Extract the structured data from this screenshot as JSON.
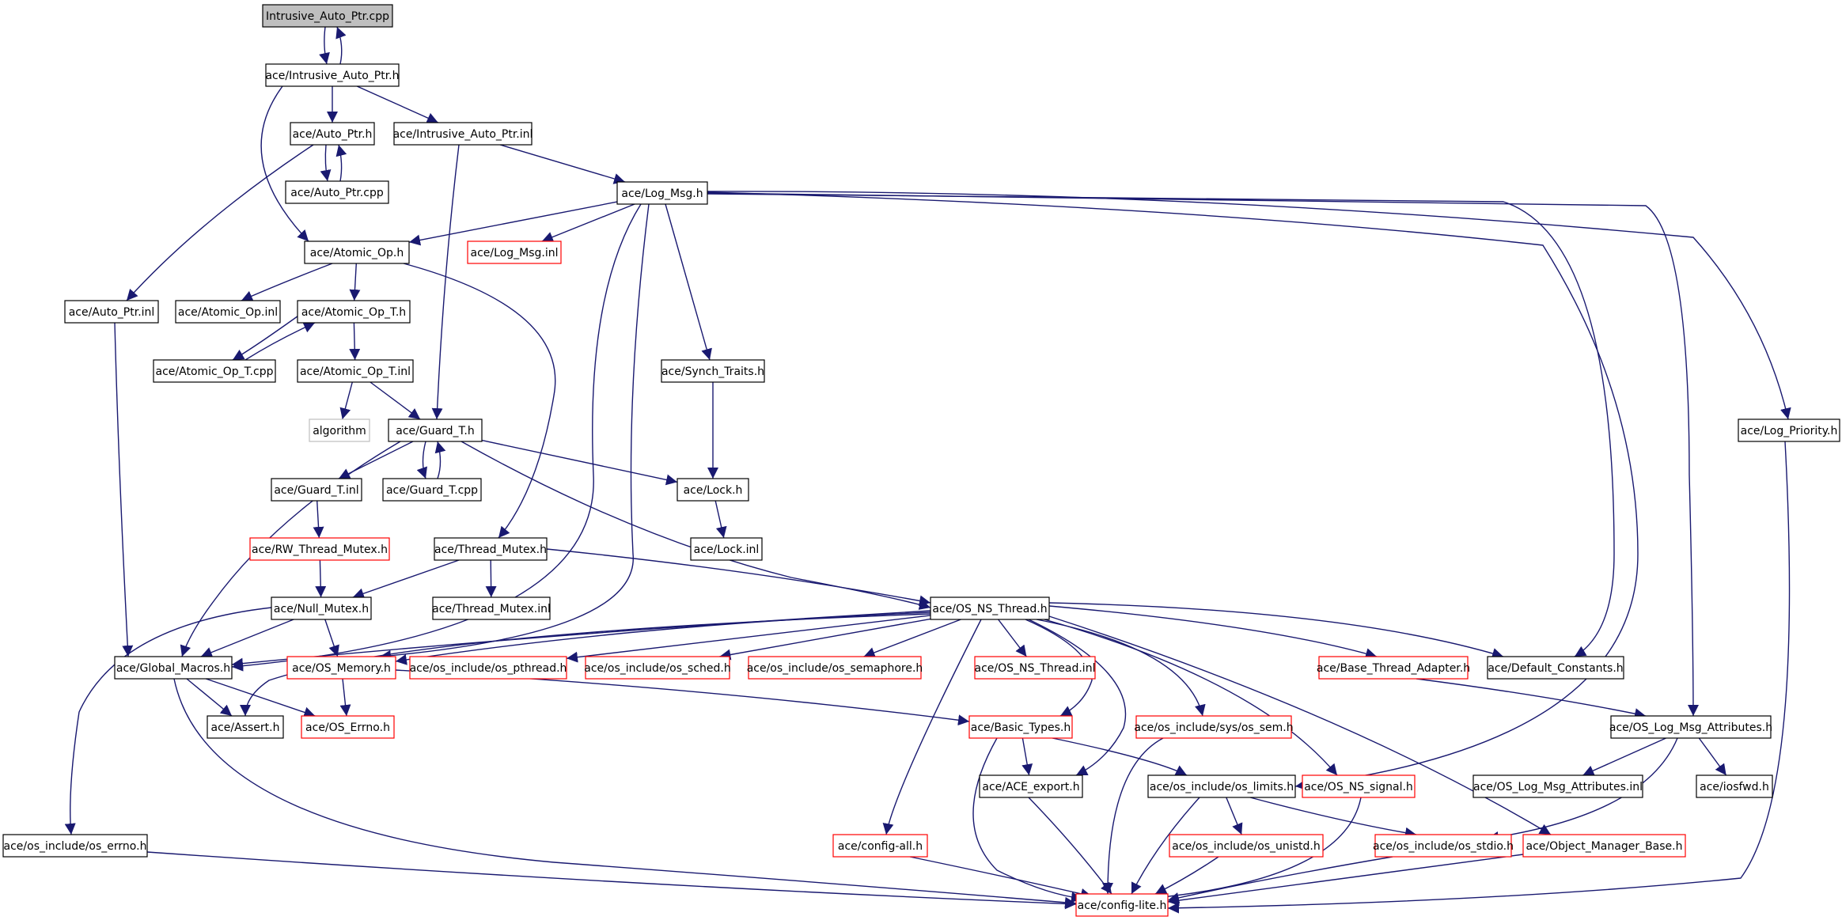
{
  "colors": {
    "edge": "#191970",
    "box_black": "#000000",
    "box_red": "#ff0000",
    "box_gray": "#bfbfbf",
    "root_fill": "#bfbfbf"
  },
  "nodes": {
    "intrusive_auto_ptr_cpp": {
      "label": "Intrusive_Auto_Ptr.cpp",
      "style": "root"
    },
    "intrusive_auto_ptr_h": {
      "label": "ace/Intrusive_Auto_Ptr.h",
      "style": "black"
    },
    "auto_ptr_h": {
      "label": "ace/Auto_Ptr.h",
      "style": "black"
    },
    "intrusive_auto_ptr_inl": {
      "label": "ace/Intrusive_Auto_Ptr.inl",
      "style": "black"
    },
    "auto_ptr_cpp": {
      "label": "ace/Auto_Ptr.cpp",
      "style": "black"
    },
    "log_msg_h": {
      "label": "ace/Log_Msg.h",
      "style": "black"
    },
    "atomic_op_h": {
      "label": "ace/Atomic_Op.h",
      "style": "black"
    },
    "log_msg_inl": {
      "label": "ace/Log_Msg.inl",
      "style": "red"
    },
    "auto_ptr_inl": {
      "label": "ace/Auto_Ptr.inl",
      "style": "black"
    },
    "atomic_op_inl": {
      "label": "ace/Atomic_Op.inl",
      "style": "black"
    },
    "atomic_op_t_h": {
      "label": "ace/Atomic_Op_T.h",
      "style": "black"
    },
    "atomic_op_t_cpp": {
      "label": "ace/Atomic_Op_T.cpp",
      "style": "black"
    },
    "atomic_op_t_inl": {
      "label": "ace/Atomic_Op_T.inl",
      "style": "black"
    },
    "synch_traits_h": {
      "label": "ace/Synch_Traits.h",
      "style": "black"
    },
    "log_priority_h": {
      "label": "ace/Log_Priority.h",
      "style": "black"
    },
    "algorithm": {
      "label": "algorithm",
      "style": "gray"
    },
    "guard_t_h": {
      "label": "ace/Guard_T.h",
      "style": "black"
    },
    "guard_t_inl": {
      "label": "ace/Guard_T.inl",
      "style": "black"
    },
    "guard_t_cpp": {
      "label": "ace/Guard_T.cpp",
      "style": "black"
    },
    "lock_h": {
      "label": "ace/Lock.h",
      "style": "black"
    },
    "rw_thread_mutex_h": {
      "label": "ace/RW_Thread_Mutex.h",
      "style": "red"
    },
    "thread_mutex_h": {
      "label": "ace/Thread_Mutex.h",
      "style": "black"
    },
    "lock_inl": {
      "label": "ace/Lock.inl",
      "style": "black"
    },
    "null_mutex_h": {
      "label": "ace/Null_Mutex.h",
      "style": "black"
    },
    "thread_mutex_inl": {
      "label": "ace/Thread_Mutex.inl",
      "style": "black"
    },
    "os_ns_thread_h": {
      "label": "ace/OS_NS_Thread.h",
      "style": "black"
    },
    "global_macros_h": {
      "label": "ace/Global_Macros.h",
      "style": "black"
    },
    "os_memory_h": {
      "label": "ace/OS_Memory.h",
      "style": "red"
    },
    "os_pthread_h": {
      "label": "ace/os_include/os_pthread.h",
      "style": "red"
    },
    "os_sched_h": {
      "label": "ace/os_include/os_sched.h",
      "style": "red"
    },
    "os_semaphore_h": {
      "label": "ace/os_include/os_semaphore.h",
      "style": "red"
    },
    "os_ns_thread_inl": {
      "label": "ace/OS_NS_Thread.inl",
      "style": "red"
    },
    "base_thread_adapter_h": {
      "label": "ace/Base_Thread_Adapter.h",
      "style": "red"
    },
    "default_constants_h": {
      "label": "ace/Default_Constants.h",
      "style": "black"
    },
    "assert_h": {
      "label": "ace/Assert.h",
      "style": "black"
    },
    "os_errno_h": {
      "label": "ace/OS_Errno.h",
      "style": "red"
    },
    "basic_types_h": {
      "label": "ace/Basic_Types.h",
      "style": "red"
    },
    "sys_os_sem_h": {
      "label": "ace/os_include/sys/os_sem.h",
      "style": "red"
    },
    "os_log_msg_attributes_h": {
      "label": "ace/OS_Log_Msg_Attributes.h",
      "style": "black"
    },
    "ace_export_h": {
      "label": "ace/ACE_export.h",
      "style": "black"
    },
    "os_limits_h": {
      "label": "ace/os_include/os_limits.h",
      "style": "black"
    },
    "os_ns_signal_h": {
      "label": "ace/OS_NS_signal.h",
      "style": "red"
    },
    "os_log_msg_attributes_inl": {
      "label": "ace/OS_Log_Msg_Attributes.inl",
      "style": "black"
    },
    "iosfwd_h": {
      "label": "ace/iosfwd.h",
      "style": "black"
    },
    "os_include_os_errno_h": {
      "label": "ace/os_include/os_errno.h",
      "style": "black"
    },
    "config_all_h": {
      "label": "ace/config-all.h",
      "style": "red"
    },
    "os_unistd_h": {
      "label": "ace/os_include/os_unistd.h",
      "style": "red"
    },
    "os_stdio_h": {
      "label": "ace/os_include/os_stdio.h",
      "style": "red"
    },
    "object_manager_base_h": {
      "label": "ace/Object_Manager_Base.h",
      "style": "red"
    },
    "config_lite_h": {
      "label": "ace/config-lite.h",
      "style": "red"
    }
  },
  "edges": [
    [
      "intrusive_auto_ptr_cpp",
      "intrusive_auto_ptr_h"
    ],
    [
      "intrusive_auto_ptr_h",
      "intrusive_auto_ptr_cpp"
    ],
    [
      "intrusive_auto_ptr_h",
      "auto_ptr_h"
    ],
    [
      "intrusive_auto_ptr_h",
      "intrusive_auto_ptr_inl"
    ],
    [
      "intrusive_auto_ptr_h",
      "atomic_op_h"
    ],
    [
      "auto_ptr_h",
      "auto_ptr_cpp"
    ],
    [
      "auto_ptr_cpp",
      "auto_ptr_h"
    ],
    [
      "auto_ptr_h",
      "auto_ptr_inl"
    ],
    [
      "intrusive_auto_ptr_inl",
      "log_msg_h"
    ],
    [
      "intrusive_auto_ptr_inl",
      "guard_t_h"
    ],
    [
      "log_msg_h",
      "atomic_op_h"
    ],
    [
      "log_msg_h",
      "log_msg_inl"
    ],
    [
      "log_msg_h",
      "synch_traits_h"
    ],
    [
      "log_msg_h",
      "log_priority_h"
    ],
    [
      "log_msg_h",
      "global_macros_h"
    ],
    [
      "log_msg_h",
      "os_memory_h"
    ],
    [
      "log_msg_h",
      "default_constants_h"
    ],
    [
      "log_msg_h",
      "os_log_msg_attributes_h"
    ],
    [
      "log_msg_h",
      "os_limits_h"
    ],
    [
      "atomic_op_h",
      "atomic_op_inl"
    ],
    [
      "atomic_op_h",
      "atomic_op_t_h"
    ],
    [
      "atomic_op_h",
      "thread_mutex_h"
    ],
    [
      "atomic_op_t_h",
      "atomic_op_t_cpp"
    ],
    [
      "atomic_op_t_cpp",
      "atomic_op_t_h"
    ],
    [
      "atomic_op_t_h",
      "atomic_op_t_inl"
    ],
    [
      "atomic_op_t_inl",
      "algorithm"
    ],
    [
      "atomic_op_t_inl",
      "guard_t_h"
    ],
    [
      "auto_ptr_inl",
      "global_macros_h"
    ],
    [
      "synch_traits_h",
      "lock_h"
    ],
    [
      "guard_t_h",
      "guard_t_inl"
    ],
    [
      "guard_t_h",
      "guard_t_cpp"
    ],
    [
      "guard_t_cpp",
      "guard_t_h"
    ],
    [
      "guard_t_h",
      "lock_h"
    ],
    [
      "guard_t_h",
      "global_macros_h"
    ],
    [
      "guard_t_h",
      "os_ns_thread_h"
    ],
    [
      "lock_h",
      "lock_inl"
    ],
    [
      "guard_t_inl",
      "rw_thread_mutex_h"
    ],
    [
      "rw_thread_mutex_h",
      "null_mutex_h"
    ],
    [
      "thread_mutex_h",
      "null_mutex_h"
    ],
    [
      "thread_mutex_h",
      "thread_mutex_inl"
    ],
    [
      "thread_mutex_h",
      "os_ns_thread_h"
    ],
    [
      "null_mutex_h",
      "global_macros_h"
    ],
    [
      "null_mutex_h",
      "os_memory_h"
    ],
    [
      "null_mutex_h",
      "os_include_os_errno_h"
    ],
    [
      "os_ns_thread_h",
      "global_macros_h"
    ],
    [
      "os_ns_thread_h",
      "os_memory_h"
    ],
    [
      "os_ns_thread_h",
      "os_pthread_h"
    ],
    [
      "os_ns_thread_h",
      "os_sched_h"
    ],
    [
      "os_ns_thread_h",
      "os_semaphore_h"
    ],
    [
      "os_ns_thread_h",
      "os_ns_thread_inl"
    ],
    [
      "os_ns_thread_h",
      "base_thread_adapter_h"
    ],
    [
      "os_ns_thread_h",
      "default_constants_h"
    ],
    [
      "os_ns_thread_h",
      "assert_h"
    ],
    [
      "os_ns_thread_h",
      "basic_types_h"
    ],
    [
      "os_ns_thread_h",
      "sys_os_sem_h"
    ],
    [
      "os_ns_thread_h",
      "ace_export_h"
    ],
    [
      "os_ns_thread_h",
      "os_ns_signal_h"
    ],
    [
      "os_ns_thread_h",
      "config_all_h"
    ],
    [
      "os_ns_thread_h",
      "object_manager_base_h"
    ],
    [
      "global_macros_h",
      "assert_h"
    ],
    [
      "global_macros_h",
      "os_errno_h"
    ],
    [
      "global_macros_h",
      "config_lite_h"
    ],
    [
      "os_memory_h",
      "os_errno_h"
    ],
    [
      "os_memory_h",
      "basic_types_h"
    ],
    [
      "base_thread_adapter_h",
      "os_log_msg_attributes_h"
    ],
    [
      "basic_types_h",
      "ace_export_h"
    ],
    [
      "basic_types_h",
      "os_limits_h"
    ],
    [
      "basic_types_h",
      "config_lite_h"
    ],
    [
      "sys_os_sem_h",
      "config_lite_h"
    ],
    [
      "os_log_msg_attributes_h",
      "os_log_msg_attributes_inl"
    ],
    [
      "os_log_msg_attributes_h",
      "iosfwd_h"
    ],
    [
      "os_log_msg_attributes_h",
      "os_stdio_h"
    ],
    [
      "ace_export_h",
      "config_lite_h"
    ],
    [
      "os_limits_h",
      "os_unistd_h"
    ],
    [
      "os_limits_h",
      "os_stdio_h"
    ],
    [
      "os_limits_h",
      "config_lite_h"
    ],
    [
      "os_ns_signal_h",
      "config_lite_h"
    ],
    [
      "os_include_os_errno_h",
      "config_lite_h"
    ],
    [
      "config_all_h",
      "config_lite_h"
    ],
    [
      "os_unistd_h",
      "config_lite_h"
    ],
    [
      "os_stdio_h",
      "config_lite_h"
    ],
    [
      "object_manager_base_h",
      "config_lite_h"
    ],
    [
      "log_priority_h",
      "config_lite_h"
    ]
  ]
}
